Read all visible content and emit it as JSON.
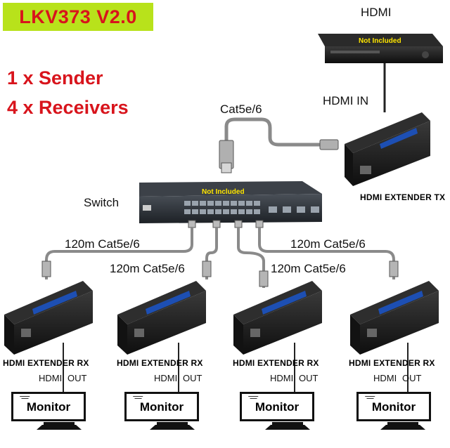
{
  "title": "LKV373 V2.0",
  "headline": {
    "line1": "1 x Sender",
    "line2": "4 x Receivers"
  },
  "source": {
    "label": "HDMI",
    "note": "Not Included"
  },
  "hdmi_in_label": "HDMI IN",
  "cable_top_label": "Cat5e/6",
  "switch": {
    "label": "Switch",
    "note": "Not Included"
  },
  "transmitter_caption": "HDMI EXTENDER TX",
  "receivers": [
    {
      "cable_label": "120m Cat5e/6",
      "caption": "HDMI EXTENDER RX",
      "hdmi": "HDMI",
      "out": "OUT",
      "monitor": "Monitor"
    },
    {
      "cable_label": "120m Cat5e/6",
      "caption": "HDMI EXTENDER RX",
      "hdmi": "HDMI",
      "out": "OUT",
      "monitor": "Monitor"
    },
    {
      "cable_label": "120m Cat5e/6",
      "caption": "HDMI EXTENDER RX",
      "hdmi": "HDMI",
      "out": "OUT",
      "monitor": "Monitor"
    },
    {
      "cable_label": "120m Cat5e/6",
      "caption": "HDMI EXTENDER RX",
      "hdmi": "HDMI",
      "out": "OUT",
      "monitor": "Monitor"
    }
  ],
  "colors": {
    "title_bg": "#b8e21b",
    "title_text": "#d8141c",
    "device": "#1c1c1c",
    "device_accent": "#1d4fb3",
    "tag_text": "#ffe600",
    "cable": "#8a8a8a"
  }
}
